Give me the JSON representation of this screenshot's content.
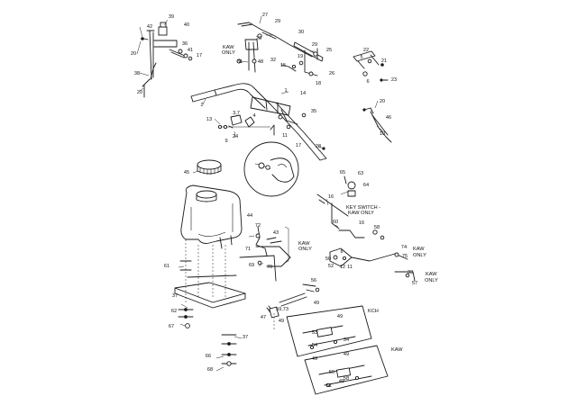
{
  "callouts": [
    {
      "id": "c39",
      "text": "39"
    },
    {
      "id": "c40",
      "text": "40"
    },
    {
      "id": "c42",
      "text": "42"
    },
    {
      "id": "c20a",
      "text": "20"
    },
    {
      "id": "c36",
      "text": "36"
    },
    {
      "id": "c41",
      "text": "41"
    },
    {
      "id": "c17a",
      "text": "17"
    },
    {
      "id": "c38",
      "text": "38"
    },
    {
      "id": "c20b",
      "text": "20"
    },
    {
      "id": "c27",
      "text": "27"
    },
    {
      "id": "c29a",
      "text": "29"
    },
    {
      "id": "c30",
      "text": "30"
    },
    {
      "id": "c26a",
      "text": "26"
    },
    {
      "id": "c31",
      "text": "31"
    },
    {
      "id": "c48",
      "text": "48"
    },
    {
      "id": "c32",
      "text": "32"
    },
    {
      "id": "c29b",
      "text": "29"
    },
    {
      "id": "c25",
      "text": "25"
    },
    {
      "id": "c15",
      "text": "15"
    },
    {
      "id": "c19",
      "text": "19"
    },
    {
      "id": "c26b",
      "text": "26"
    },
    {
      "id": "c18",
      "text": "18"
    },
    {
      "id": "c14",
      "text": "14"
    },
    {
      "id": "c1",
      "text": "1"
    },
    {
      "id": "c22",
      "text": "22"
    },
    {
      "id": "c5",
      "text": "5"
    },
    {
      "id": "c21",
      "text": "21"
    },
    {
      "id": "c6",
      "text": "6"
    },
    {
      "id": "c23",
      "text": "23"
    },
    {
      "id": "c2",
      "text": "2"
    },
    {
      "id": "c3_7",
      "text": "3,7"
    },
    {
      "id": "c4",
      "text": "4"
    },
    {
      "id": "c13",
      "text": "13"
    },
    {
      "id": "c9",
      "text": "9"
    },
    {
      "id": "c24",
      "text": "24"
    },
    {
      "id": "c35",
      "text": "35"
    },
    {
      "id": "c11",
      "text": "11"
    },
    {
      "id": "c17b",
      "text": "17"
    },
    {
      "id": "c28",
      "text": "28"
    },
    {
      "id": "c20c",
      "text": "20"
    },
    {
      "id": "c46",
      "text": "46"
    },
    {
      "id": "c10",
      "text": "10"
    },
    {
      "id": "c45",
      "text": "45"
    },
    {
      "id": "c65",
      "text": "65"
    },
    {
      "id": "c63",
      "text": "63"
    },
    {
      "id": "c64",
      "text": "64"
    },
    {
      "id": "c16a",
      "text": "16"
    },
    {
      "id": "c44",
      "text": "44"
    },
    {
      "id": "c60",
      "text": "60"
    },
    {
      "id": "c16b",
      "text": "16"
    },
    {
      "id": "c72",
      "text": "72"
    },
    {
      "id": "c43",
      "text": "43"
    },
    {
      "id": "c58",
      "text": "58"
    },
    {
      "id": "c71",
      "text": "71"
    },
    {
      "id": "c74",
      "text": "74"
    },
    {
      "id": "c75",
      "text": "75"
    },
    {
      "id": "c8",
      "text": "8"
    },
    {
      "id": "c50",
      "text": "50"
    },
    {
      "id": "c69",
      "text": "69"
    },
    {
      "id": "c70",
      "text": "70"
    },
    {
      "id": "c52",
      "text": "52"
    },
    {
      "id": "c12",
      "text": "12"
    },
    {
      "id": "c11b",
      "text": "11"
    },
    {
      "id": "c61",
      "text": "61"
    },
    {
      "id": "c33",
      "text": "33"
    },
    {
      "id": "c57",
      "text": "57"
    },
    {
      "id": "c56",
      "text": "56"
    },
    {
      "id": "c37a",
      "text": "37"
    },
    {
      "id": "c49a",
      "text": "49"
    },
    {
      "id": "c59_73",
      "text": "59,73"
    },
    {
      "id": "c62",
      "text": "62"
    },
    {
      "id": "c47",
      "text": "47"
    },
    {
      "id": "c49b",
      "text": "49"
    },
    {
      "id": "c67",
      "text": "67"
    },
    {
      "id": "c49c",
      "text": "49"
    },
    {
      "id": "c53",
      "text": "53"
    },
    {
      "id": "c34",
      "text": "34"
    },
    {
      "id": "c37b",
      "text": "37"
    },
    {
      "id": "c54",
      "text": "54"
    },
    {
      "id": "c49d",
      "text": "49"
    },
    {
      "id": "c66",
      "text": "66"
    },
    {
      "id": "c49e",
      "text": "49"
    },
    {
      "id": "c55",
      "text": "55"
    },
    {
      "id": "c68",
      "text": "68"
    },
    {
      "id": "c58b",
      "text": "58"
    },
    {
      "id": "c51",
      "text": "51"
    },
    {
      "id": "c49f",
      "text": "49"
    }
  ],
  "notes": {
    "kaw_only_1_a": "KAW",
    "kaw_only_1_b": "ONLY",
    "key_switch_a": "KEY SWITCH -",
    "key_switch_b": "KAW ONLY",
    "kaw_only_2_a": "KAW",
    "kaw_only_2_b": "ONLY",
    "kaw_only_3_a": "KAW",
    "kaw_only_3_b": "ONLY",
    "kaw_only_4_a": "KAW",
    "kaw_only_4_b": "ONLY",
    "kch": "KCH",
    "kaw": "KAW"
  }
}
